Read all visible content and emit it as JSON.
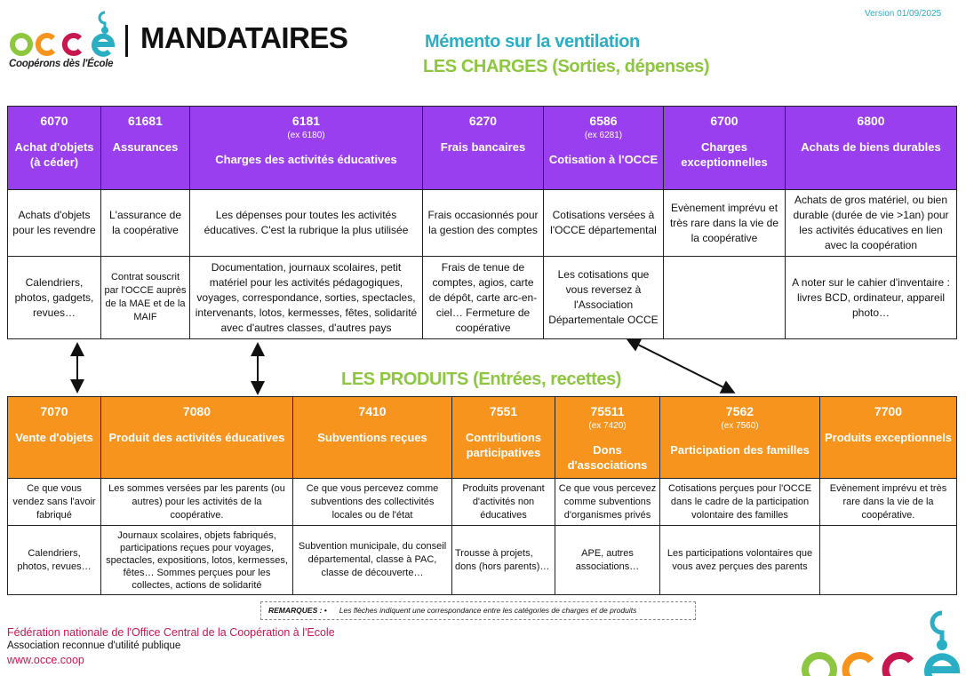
{
  "header": {
    "brand_tagline": "Coopérons dès l'École",
    "title": "MANDATAIRES",
    "version": "Version 01/09/2025",
    "subtitle": "Mémento sur la ventilation",
    "charges_heading": "LES CHARGES (Sorties, dépenses)"
  },
  "colors": {
    "charges": "#9a3ff0",
    "produits": "#f7941d",
    "green": "#8dc63f",
    "teal": "#2aaec4",
    "crimson": "#c8174e"
  },
  "charges": [
    {
      "code": "6070",
      "ex": "",
      "label": "Achat d'objets (à céder)",
      "desc": "Achats d'objets pour les revendre",
      "examples": "Calendriers, photos, gadgets, revues…"
    },
    {
      "code": "61681",
      "ex": "",
      "label": "Assurances",
      "desc": "L'assurance de la coopérative",
      "examples": "Contrat souscrit par l'OCCE auprès de la MAE et de la MAIF"
    },
    {
      "code": "6181",
      "ex": "(ex 6180)",
      "label": "Charges des activités éducatives",
      "desc": "Les dépenses pour toutes les activités éducatives. C'est la rubrique la plus utilisée",
      "examples": "Documentation, journaux scolaires, petit matériel pour les activités pédagogiques, voyages, correspondance, sorties, spectacles, intervenants, lotos, kermesses, fêtes, solidarité avec d'autres classes, d'autres pays"
    },
    {
      "code": "6270",
      "ex": "",
      "label": "Frais bancaires",
      "desc": "Frais occasionnés pour la gestion des comptes",
      "examples": "Frais de tenue de comptes, agios, carte de dépôt, carte arc-en-ciel… Fermeture de coopérative"
    },
    {
      "code": "6586",
      "ex": "(ex 6281)",
      "label": "Cotisation à l'OCCE",
      "desc": "Cotisations versées à l'OCCE départemental",
      "examples": "Les cotisations que vous reversez à l'Association Départementale OCCE"
    },
    {
      "code": "6700",
      "ex": "",
      "label": "Charges exceptionnelles",
      "desc": "Evènement imprévu et très rare dans la vie de la coopérative",
      "examples": ""
    },
    {
      "code": "6800",
      "ex": "",
      "label": "Achats de biens durables",
      "desc": "Achats de gros matériel, ou bien durable (durée de vie >1an) pour les activités éducatives en lien avec la coopération",
      "examples": "A noter sur le cahier d'inventaire : livres BCD, ordinateur, appareil photo…"
    }
  ],
  "produits_heading": "LES PRODUITS (Entrées, recettes)",
  "produits": [
    {
      "code": "7070",
      "ex": "",
      "label": "Vente d'objets",
      "desc": "Ce que vous vendez sans l'avoir fabriqué",
      "examples": "Calendriers, photos, revues…"
    },
    {
      "code": "7080",
      "ex": "",
      "label": "Produit des activités éducatives",
      "desc": "Les sommes versées par les parents (ou autres) pour les activités de la coopérative.",
      "examples": "Journaux scolaires, objets fabriqués, participations reçues pour voyages, spectacles, expositions, lotos, kermesses, fêtes… Sommes perçues pour les collectes, actions de solidarité"
    },
    {
      "code": "7410",
      "ex": "",
      "label": "Subventions reçues",
      "desc": "Ce que vous percevez comme subventions des collectivités locales ou de l'état",
      "examples": "Subvention municipale, du conseil départemental, classe à PAC, classe de découverte…"
    },
    {
      "code": "7551",
      "ex": "",
      "label": "Contributions participatives",
      "desc": "Produits provenant d'activités non éducatives",
      "examples": "Trousse à projets, dons (hors parents)…"
    },
    {
      "code": "75511",
      "ex": "(ex 7420)",
      "label": "Dons d'associations",
      "desc": "Ce que vous percevez comme subventions d'organismes privés",
      "examples": "APE, autres associations…"
    },
    {
      "code": "7562",
      "ex": "(ex 7560)",
      "label": "Participation des familles",
      "desc": "Cotisations perçues pour l'OCCE dans le cadre de la participation volontaire des familles",
      "examples": "Les participations volontaires que vous avez perçues des parents"
    },
    {
      "code": "7700",
      "ex": "",
      "label": "Produits exceptionnels",
      "desc": "Evènement imprévu et très rare dans la vie de la coopérative.",
      "examples": ""
    }
  ],
  "remarks": {
    "label": "REMARQUES : •",
    "text": "Les flèches indiquent une correspondance entre les catégories de charges et de produits"
  },
  "footer": {
    "org": "Fédération nationale de l'Office Central de la Coopération à l'Ecole",
    "status": "Association reconnue d'utilité publique",
    "website": "www.occe.coop"
  }
}
